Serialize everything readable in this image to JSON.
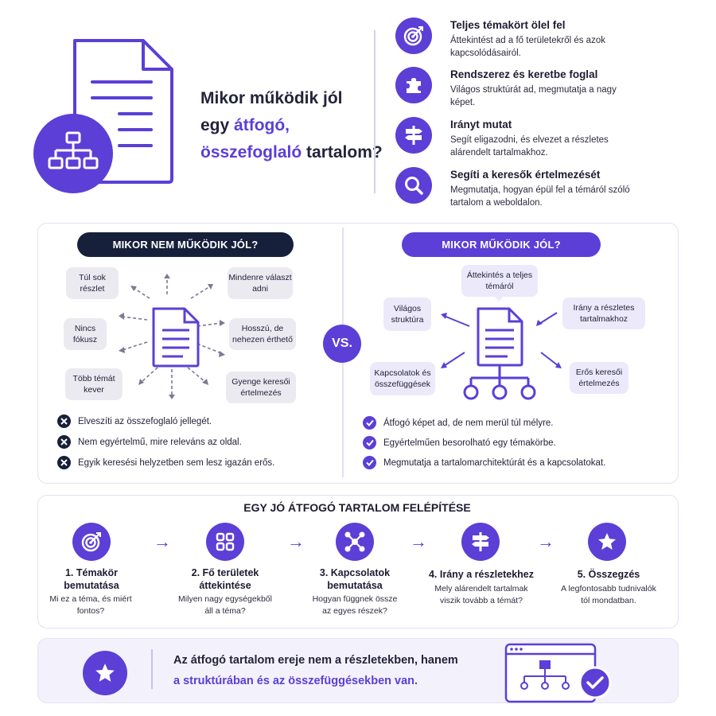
{
  "header": {
    "question_line1": "Mikor működik jól",
    "question_line2_pre": "egy ",
    "question_line2_accent": "átfogó,",
    "question_line3_accent": "összefoglaló",
    "question_line3_post": " tartalom?"
  },
  "features": [
    {
      "icon": "target-icon",
      "title": "Teljes témakört ölel fel",
      "desc": "Áttekintést ad a fő területekről és azok kapcsolódásairól."
    },
    {
      "icon": "puzzle-icon",
      "title": "Rendszerez és keretbe foglal",
      "desc": "Világos struktúrát ad, megmutatja a nagy képet."
    },
    {
      "icon": "signpost-icon",
      "title": "Irányt mutat",
      "desc": "Segít eligazodni, és elvezet a részletes alárendelt tartalmakhoz."
    },
    {
      "icon": "search-icon",
      "title": "Segíti a keresők értelmezését",
      "desc": "Megmutatja, hogyan épül fel a témáról szóló tartalom a weboldalon."
    }
  ],
  "bad": {
    "title": "MIKOR NEM MŰKÖDIK JÓL?",
    "bubbles": [
      "Túl sok részlet",
      "Mindenre választ adni",
      "Nincs fókusz",
      "Hosszú, de nehezen érthető",
      "Több témát kever",
      "Gyenge keresői értelmezés"
    ],
    "items": [
      "Elveszíti az összefoglaló jellegét.",
      "Nem egyértelmű, mire releváns az oldal.",
      "Egyik keresési helyzetben sem lesz igazán erős."
    ]
  },
  "vs": "VS.",
  "good": {
    "title": "MIKOR MŰKÖDIK JÓL?",
    "bubbles": [
      "Áttekintés a teljes témáról",
      "Világos struktúra",
      "Irány a részletes tartalmakhoz",
      "Kapcsolatok és összefüggések",
      "Erős keresői értelmezés"
    ],
    "items": [
      "Átfogó képet ad, de nem merül túl mélyre.",
      "Egyértelműen besorolható egy témakörbe.",
      "Megmutatja a tartalomarchitektúrát és a kapcsolatokat."
    ]
  },
  "steps_title": "EGY JÓ ÁTFOGÓ TARTALOM FELÉPÍTÉSE",
  "steps": [
    {
      "icon": "target-icon",
      "title": "1. Témakör bemutatása",
      "desc": "Mi ez a téma, és miért fontos?"
    },
    {
      "icon": "grid-icon",
      "title": "2. Fő területek áttekintése",
      "desc": "Milyen nagy egységekből áll a téma?"
    },
    {
      "icon": "network-icon",
      "title": "3. Kapcsolatok bemutatása",
      "desc": "Hogyan függnek össze az egyes részek?"
    },
    {
      "icon": "signpost-icon",
      "title": "4. Irány a részletekhez",
      "desc": "Mely alárendelt tartalmak viszik tovább a témát?"
    },
    {
      "icon": "star-icon",
      "title": "5. Összegzés",
      "desc": "A legfontosabb tudnivalók tól mondatban."
    }
  ],
  "footer": {
    "line1": "Az átfogó tartalom ereje nem a részletekben, hanem",
    "line2": "a struktúrában és az összefüggésekben van."
  },
  "colors": {
    "accent": "#5b3fd6",
    "dark": "#16203a"
  }
}
